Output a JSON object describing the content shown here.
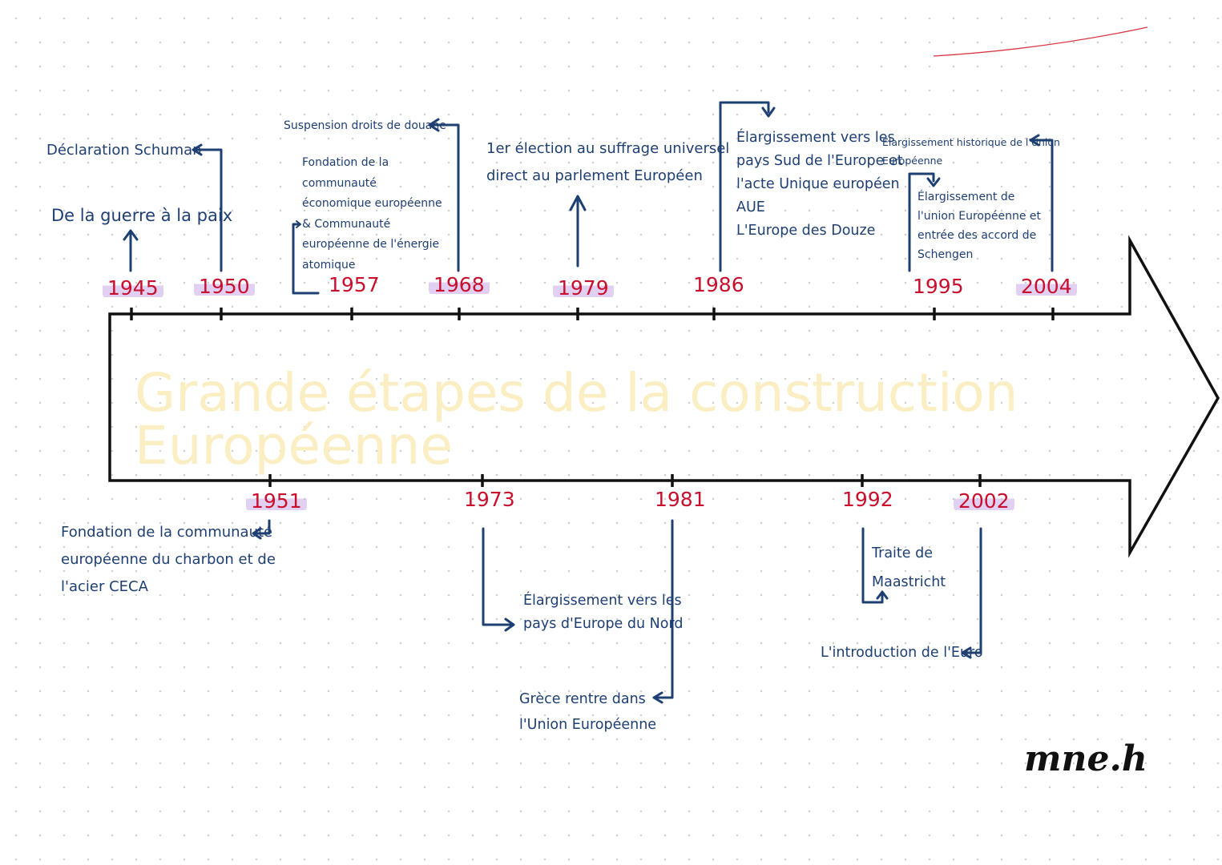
{
  "title": "Grande étapes de la construction Européenne",
  "signature": "mne.h",
  "colors": {
    "accent": "#1e3f72",
    "year": "#c8102e",
    "title": "#fbeec3",
    "arrow": "#111111"
  },
  "events_top": [
    {
      "year": "1945",
      "text": [
        "De la guerre à la paix"
      ]
    },
    {
      "year": "1950",
      "text": [
        "Déclaration Schuman"
      ]
    },
    {
      "year": "1957",
      "text": [
        "Fondation de la",
        "communauté",
        "économique européenne",
        "& Communauté",
        "européenne de l'énergie",
        "atomique"
      ]
    },
    {
      "year": "1968",
      "text": [
        "Suspension droits de douane"
      ]
    },
    {
      "year": "1979",
      "text": [
        "1er élection au suffrage universel",
        "direct au parlement Européen"
      ]
    },
    {
      "year": "1986",
      "text": [
        "Élargissement vers les",
        "pays Sud de l'Europe et",
        "l'acte Unique européen",
        "AUE",
        "L'Europe des Douze"
      ]
    },
    {
      "year": "1995",
      "text": [
        "Élargissement de",
        "l'union Européenne et",
        "entrée des accord de",
        "Schengen"
      ]
    },
    {
      "year": "2004",
      "text": [
        "Élargissement historique de l'Union",
        "Européenne"
      ]
    }
  ],
  "events_bottom": [
    {
      "year": "1951",
      "text": [
        "Fondation de la communauté",
        "européenne du charbon et de",
        "l'acier CECA"
      ]
    },
    {
      "year": "1973",
      "text": [
        "Élargissement vers les",
        "pays d'Europe du Nord"
      ]
    },
    {
      "year": "1981",
      "text": [
        "Grèce rentre dans",
        "l'Union Européenne"
      ]
    },
    {
      "year": "1992",
      "text": [
        "Traite de",
        "Maastricht"
      ]
    },
    {
      "year": "2002",
      "text": [
        "L'introduction de l'Euro"
      ]
    }
  ]
}
